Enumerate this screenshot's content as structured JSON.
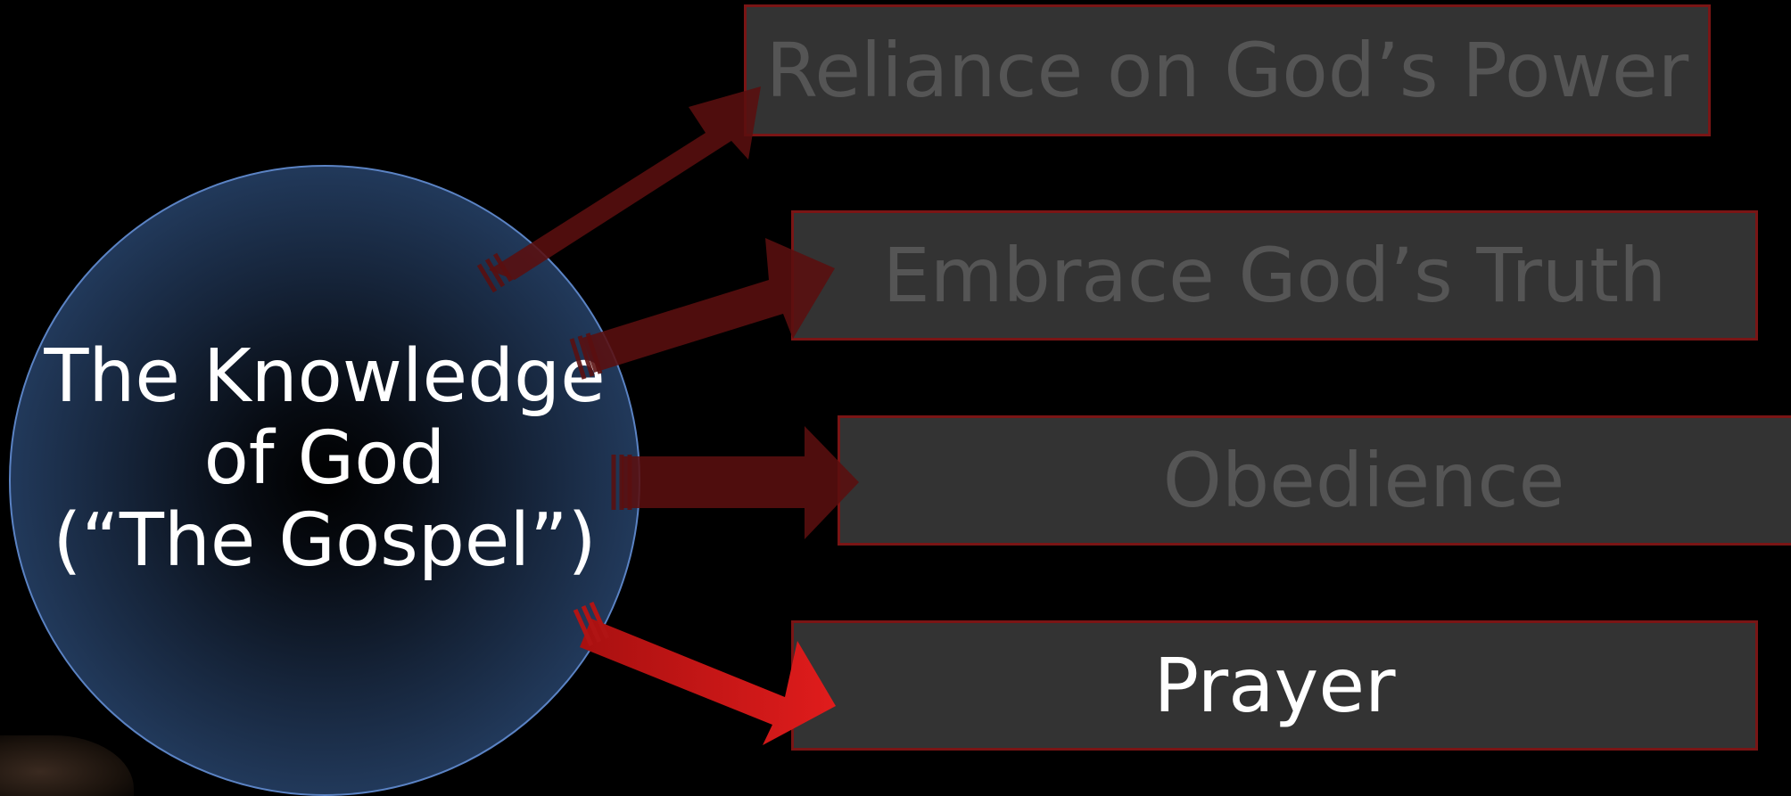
{
  "diagram": {
    "hub": {
      "lines": [
        "The Knowledge",
        "of God",
        "(“The Gospel”)"
      ]
    },
    "boxes": [
      {
        "label": "Reliance on God’s Power",
        "state": "dim"
      },
      {
        "label": "Embrace God’s Truth",
        "state": "dim"
      },
      {
        "label": "Obedience",
        "state": "dim"
      },
      {
        "label": "Prayer",
        "state": "active"
      }
    ],
    "colors": {
      "background": "#000000",
      "box_fill": "#333333",
      "box_border": "#7a1515",
      "dim_text": "#555555",
      "active_text": "#ffffff",
      "arrow_dim": "#5a0f0f",
      "arrow_active": "#d01818",
      "hub_border": "#5b83c4"
    }
  }
}
